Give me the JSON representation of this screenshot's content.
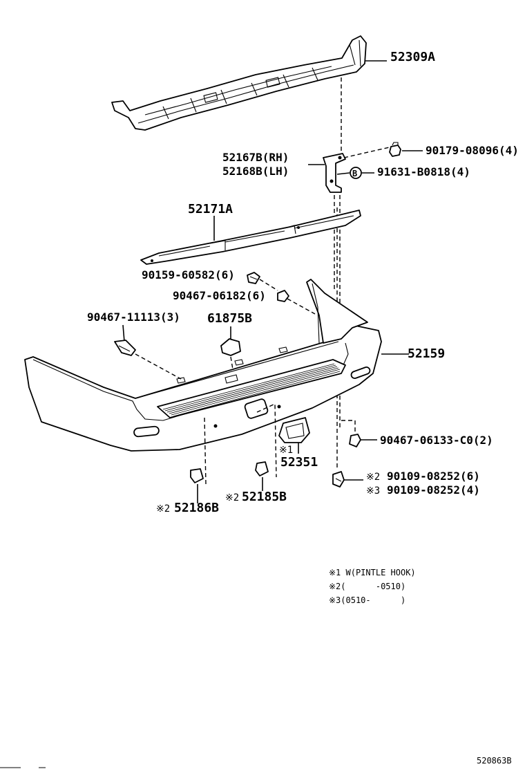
{
  "parts": {
    "p52309A": "52309A",
    "p52167B": "52167B(RH)",
    "p52168B": "52168B(LH)",
    "p90179": "90179-08096(4)",
    "p91631": "91631-B0818(4)",
    "circleB": "B",
    "p52171A": "52171A",
    "p90159": "90159-60582(6)",
    "p90467a": "90467-06182(6)",
    "p90467b": "90467-11113(3)",
    "p61875B": "61875B",
    "p52159": "52159",
    "p90467c": "90467-06133-C0(2)",
    "mark1": "※1",
    "p52351": "52351",
    "mark2a": "※2",
    "p90109a": "90109-08252(6)",
    "mark3": "※3",
    "p90109b": "90109-08252(4)",
    "mark2b": "※2",
    "p52185B": "52185B",
    "mark2c": "※2",
    "p52186B": "52186B"
  },
  "notes": {
    "n1": "※1 W(PINTLE HOOK)",
    "n2": "※2(      -0510)",
    "n3": "※3(0510-      )"
  },
  "diagram_code": "520863B"
}
